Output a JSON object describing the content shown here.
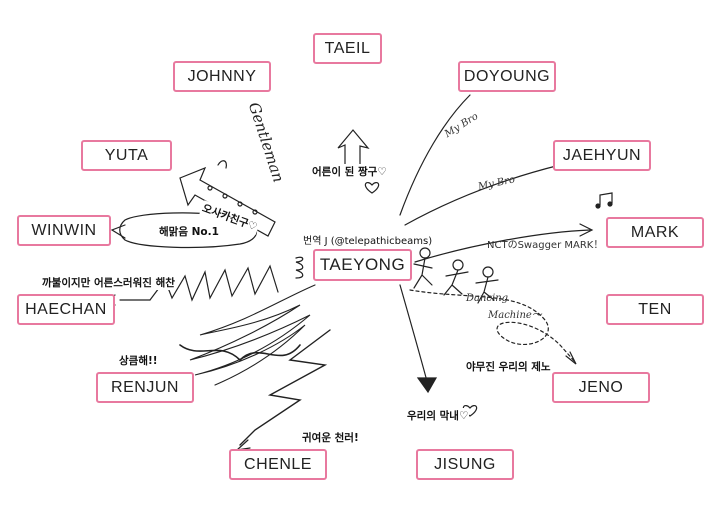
{
  "center": "TAEYONG",
  "credit": "번역 J (@telepathicbeams)",
  "members": {
    "taeil": "TAEIL",
    "johnny": "JOHNNY",
    "doyoung": "DOYOUNG",
    "yuta": "YUTA",
    "jaehyun": "JAEHYUN",
    "winwin": "WINWIN",
    "mark": "MARK",
    "haechan": "HAECHAN",
    "ten": "TEN",
    "renjun": "RENJUN",
    "jeno": "JENO",
    "chenle": "CHENLE",
    "jisung": "JISUNG"
  },
  "notes": {
    "taeil": "어른이 된 짱구♡",
    "yuta": "오사카친구♡",
    "winwin": "해맑음 No.1",
    "haechan": "까불이지만 어른스러워진 해찬",
    "renjun": "상큼해!!",
    "jeno": "야무진 우리의 제노",
    "jisung": "우리의 막내♡",
    "chenle": "귀여운 천러!"
  },
  "handwriting": {
    "gentleman": "Gentleman",
    "doyoung": "My Bro",
    "jaehyun": "My Bro",
    "mark": "NCTのSwagger MARK！",
    "ten_line1": "Dancing",
    "ten_line2": "Machine～"
  }
}
